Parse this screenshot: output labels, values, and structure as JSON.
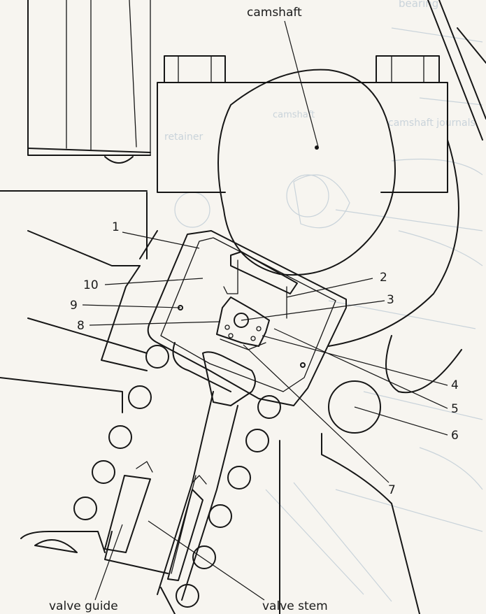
{
  "labels": {
    "camshaft": "camshaft",
    "valve_guide": "valve guide",
    "valve_stem": "valve stem",
    "n1": "1",
    "n2": "2",
    "n3": "3",
    "n4": "4",
    "n5": "5",
    "n6": "6",
    "n7": "7",
    "n8": "8",
    "n9": "9",
    "n10": "10"
  },
  "show_through_text": {
    "bearing": "bearing",
    "camshaft_journals": "camshaft journals",
    "retainer": "retainer",
    "camshaft": "camshaft"
  },
  "colors": {
    "ink": "#161616",
    "paper": "#f7f5f0",
    "show_through": "#c9d3da"
  }
}
